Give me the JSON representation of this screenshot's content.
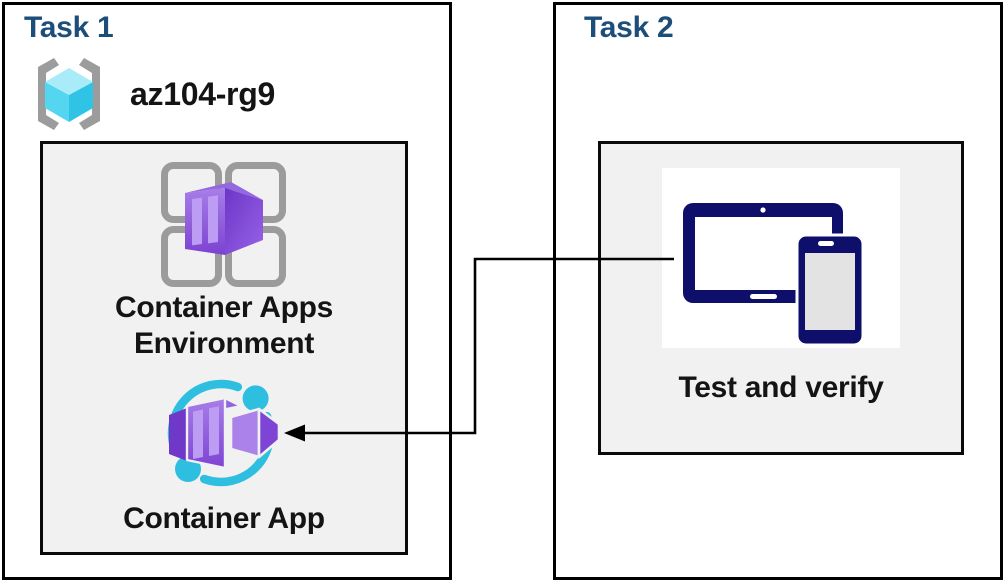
{
  "diagram": {
    "task1": {
      "title": "Task 1",
      "resource_group": {
        "name": "az104-rg9",
        "icon": "resource-group-icon"
      },
      "items": [
        {
          "label": "Container Apps Environment",
          "icon": "container-apps-environment-icon"
        },
        {
          "label": "Container App",
          "icon": "container-app-icon"
        }
      ]
    },
    "task2": {
      "title": "Task 2",
      "items": [
        {
          "label": "Test and verify",
          "icon": "tablet-and-phone-icon"
        }
      ]
    },
    "connector": {
      "type": "elbow-arrow",
      "from": "tablet-and-phone-icon",
      "to": "container-app-icon"
    },
    "colors": {
      "task_title_blue": "#1D4E79",
      "panel_fill": "#F1F1F1",
      "border_black": "#000000",
      "label_text": "#141414",
      "device_navy": "#0E0E6B",
      "device_screen_gray": "#E3E3E3",
      "app_cyan": "#2EBEDF",
      "container_purple": "#8A52DC",
      "container_stripe": "#BD9DF3",
      "grid_gray": "#9B9B9B",
      "bracket_gray": "#9C9C9C",
      "cube_cyan_top": "#A9EBF8",
      "cube_cyan_left": "#55D6F0",
      "cube_cyan_right": "#2FC3E6"
    }
  }
}
